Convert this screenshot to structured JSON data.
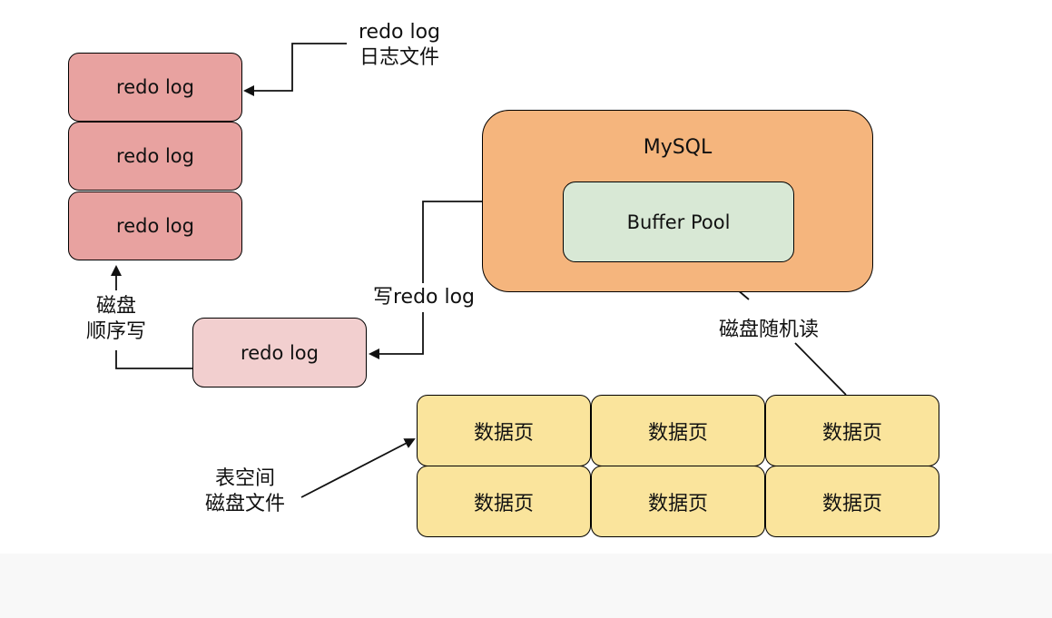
{
  "redo_log_file_label": {
    "line1": "redo log",
    "line2": "日志文件"
  },
  "redo_stack": [
    "redo log",
    "redo log",
    "redo log"
  ],
  "sequential_write_label": {
    "line1": "磁盘",
    "line2": "顺序写"
  },
  "pending_redo": "redo log",
  "write_redo_label": "写redo log",
  "mysql": {
    "title": "MySQL",
    "buffer_pool": "Buffer Pool"
  },
  "random_read_label": "磁盘随机读",
  "tablespace_label": {
    "line1": "表空间",
    "line2": "磁盘文件"
  },
  "data_pages": [
    [
      "数据页",
      "数据页",
      "数据页"
    ],
    [
      "数据页",
      "数据页",
      "数据页"
    ]
  ],
  "colors": {
    "redo_log": "#e8a2a0",
    "pending_redo": "#f2cfcf",
    "mysql": "#f5b57d",
    "buffer_pool": "#d8e8d5",
    "data_page": "#fae49c"
  }
}
